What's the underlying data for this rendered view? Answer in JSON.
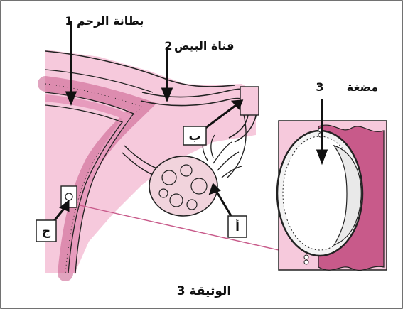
{
  "labels": {
    "endometrium": "بطانة الرحم",
    "endometrium_num": "1",
    "oviduct": "قناة البيض",
    "oviduct_num": "2",
    "embryo": "مضغة",
    "embryo_num": "3",
    "box_b": "ب",
    "box_a": "أ",
    "box_j": "ج",
    "caption": "الوثيقة 3"
  },
  "colors": {
    "pink_bg": "#f6c9dc",
    "pink_mid": "#e79bbd",
    "pink_dark": "#c85a8a",
    "outline": "#222222"
  }
}
